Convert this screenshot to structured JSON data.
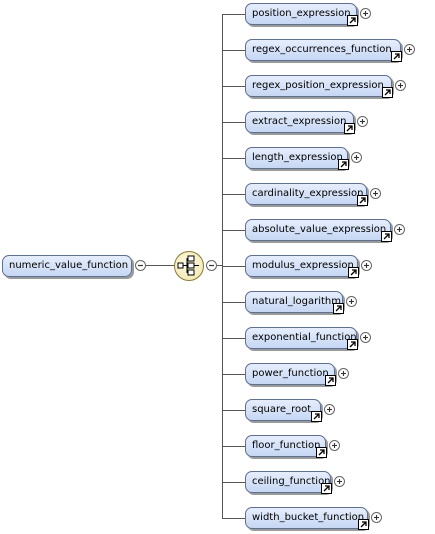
{
  "root": {
    "label": "numeric_value_function"
  },
  "children": [
    {
      "label": "position_expression"
    },
    {
      "label": "regex_occurrences_function"
    },
    {
      "label": "regex_position_expression"
    },
    {
      "label": "extract_expression"
    },
    {
      "label": "length_expression"
    },
    {
      "label": "cardinality_expression"
    },
    {
      "label": "absolute_value_expression"
    },
    {
      "label": "modulus_expression"
    },
    {
      "label": "natural_logarithm"
    },
    {
      "label": "exponential_function"
    },
    {
      "label": "power_function"
    },
    {
      "label": "square_root"
    },
    {
      "label": "floor_function"
    },
    {
      "label": "ceiling_function"
    },
    {
      "label": "width_bucket_function"
    }
  ],
  "icons": {
    "collapse": "minus-circle-icon",
    "expand": "plus-circle-icon",
    "reference": "reference-arrow-icon",
    "choice": "choice-compositor-icon"
  },
  "colors": {
    "node_fill": "#c6d7f4",
    "node_border": "#5f6f8f",
    "choice_fill": "#efe4a8",
    "line": "#555555"
  }
}
